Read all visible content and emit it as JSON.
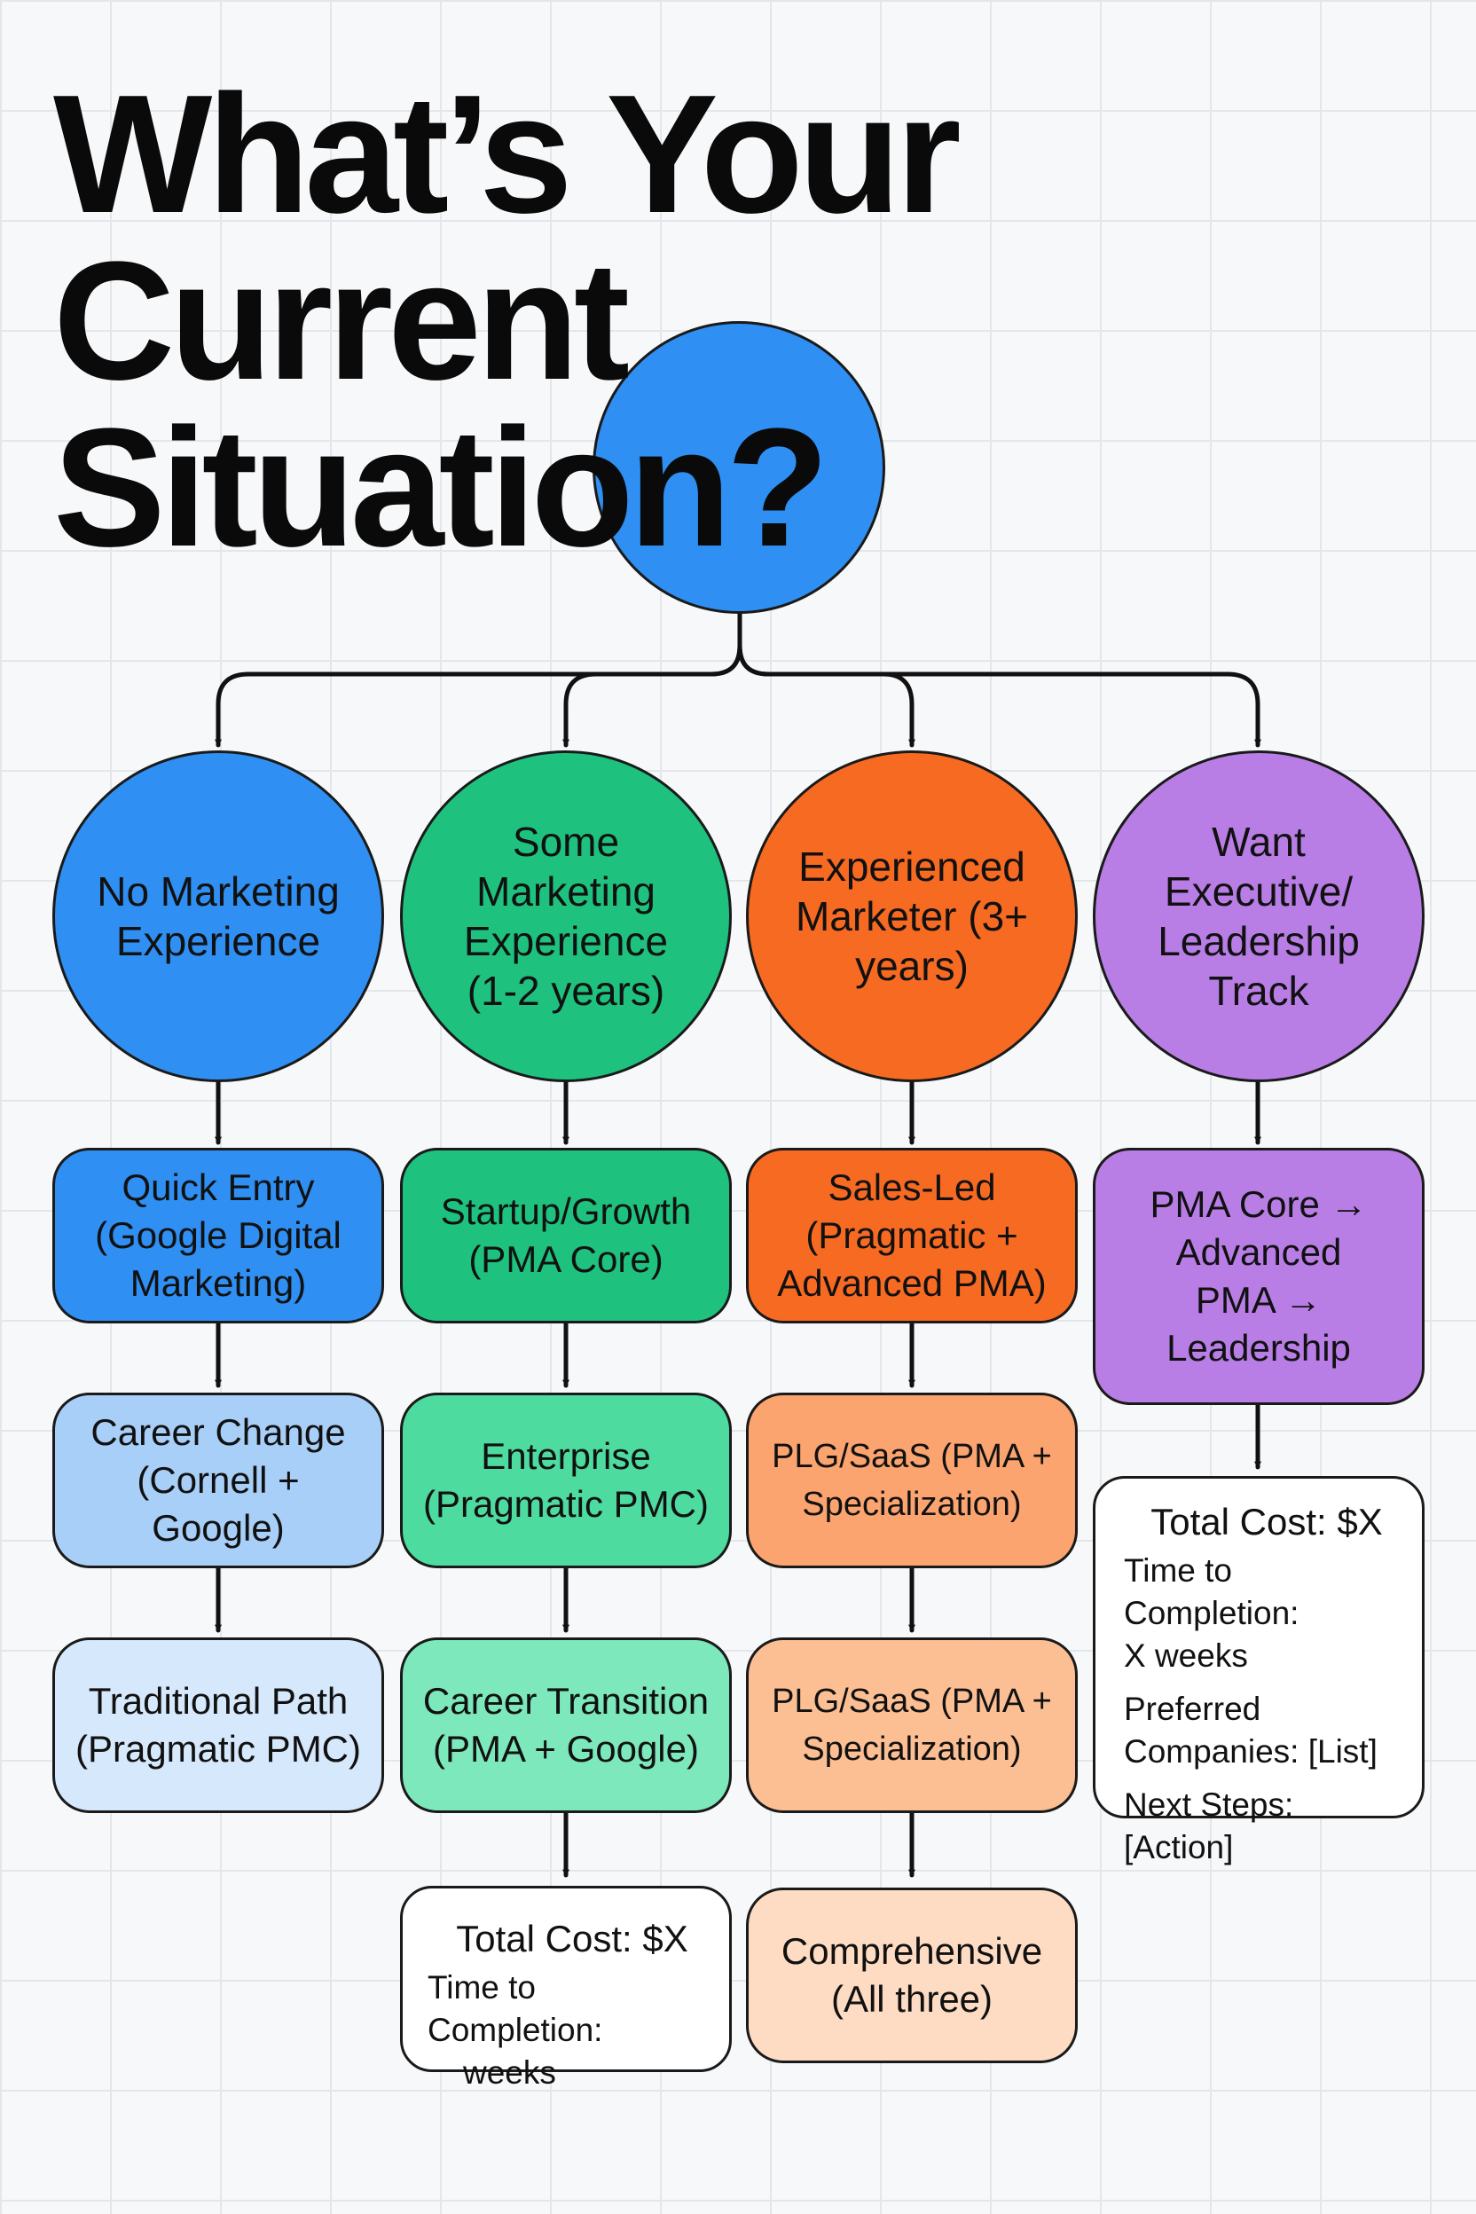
{
  "title": {
    "line1": "What’s Your",
    "line2": "Current",
    "line3": "Situation?"
  },
  "columns": [
    {
      "circle": "No Marketing Experience",
      "color": "#2f8ff2",
      "boxes": [
        "Quick Entry (Google Digital Marketing)",
        "Career Change (Cornell + Google)",
        "Traditional Path (Pragmatic PMC)"
      ]
    },
    {
      "circle": "Some Marketing Experience (1-2 years)",
      "color": "#1ec27e",
      "boxes": [
        "Startup/Growth (PMA Core)",
        "Enterprise (Pragmatic PMC)",
        "Career Transition (PMA + Google)"
      ],
      "summary": {
        "title": "Total Cost: $X",
        "lines": [
          "Time to Completion:",
          "weeks"
        ]
      }
    },
    {
      "circle": "Experienced Marketer (3+ years)",
      "color": "#f76a22",
      "boxes": [
        "Sales-Led (Pragmatic + Advanced PMA)",
        "PLG/SaaS (PMA + Specialization)",
        "PLG/SaaS (PMA + Specialization)",
        "Comprehensive (All three)"
      ]
    },
    {
      "circle": "Want Executive/ Leadership Track",
      "color": "#b97ee6",
      "boxes": [
        "PMA Core → Advanced PMA → Leadership"
      ],
      "summary": {
        "title": "Total Cost: $X",
        "lines": [
          "Time to Completion:",
          "X weeks",
          "Preferred",
          "Companies: [List]",
          "Next Steps: [Action]"
        ]
      }
    }
  ]
}
